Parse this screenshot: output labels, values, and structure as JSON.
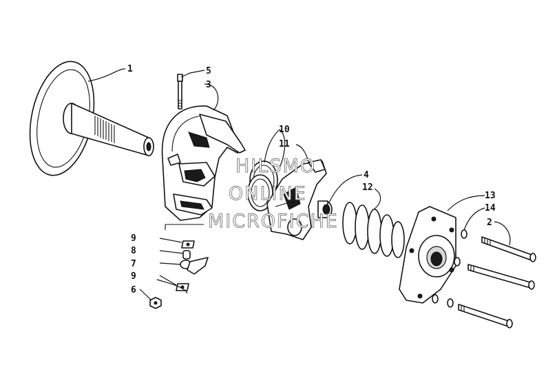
{
  "diagram": {
    "callouts": [
      "1",
      "2",
      "3",
      "4",
      "5",
      "6",
      "7",
      "8",
      "9",
      "9",
      "10",
      "11",
      "12",
      "13",
      "14"
    ],
    "watermark": [
      "HILSMO",
      "ONLINE",
      "MICROFICHE"
    ]
  }
}
